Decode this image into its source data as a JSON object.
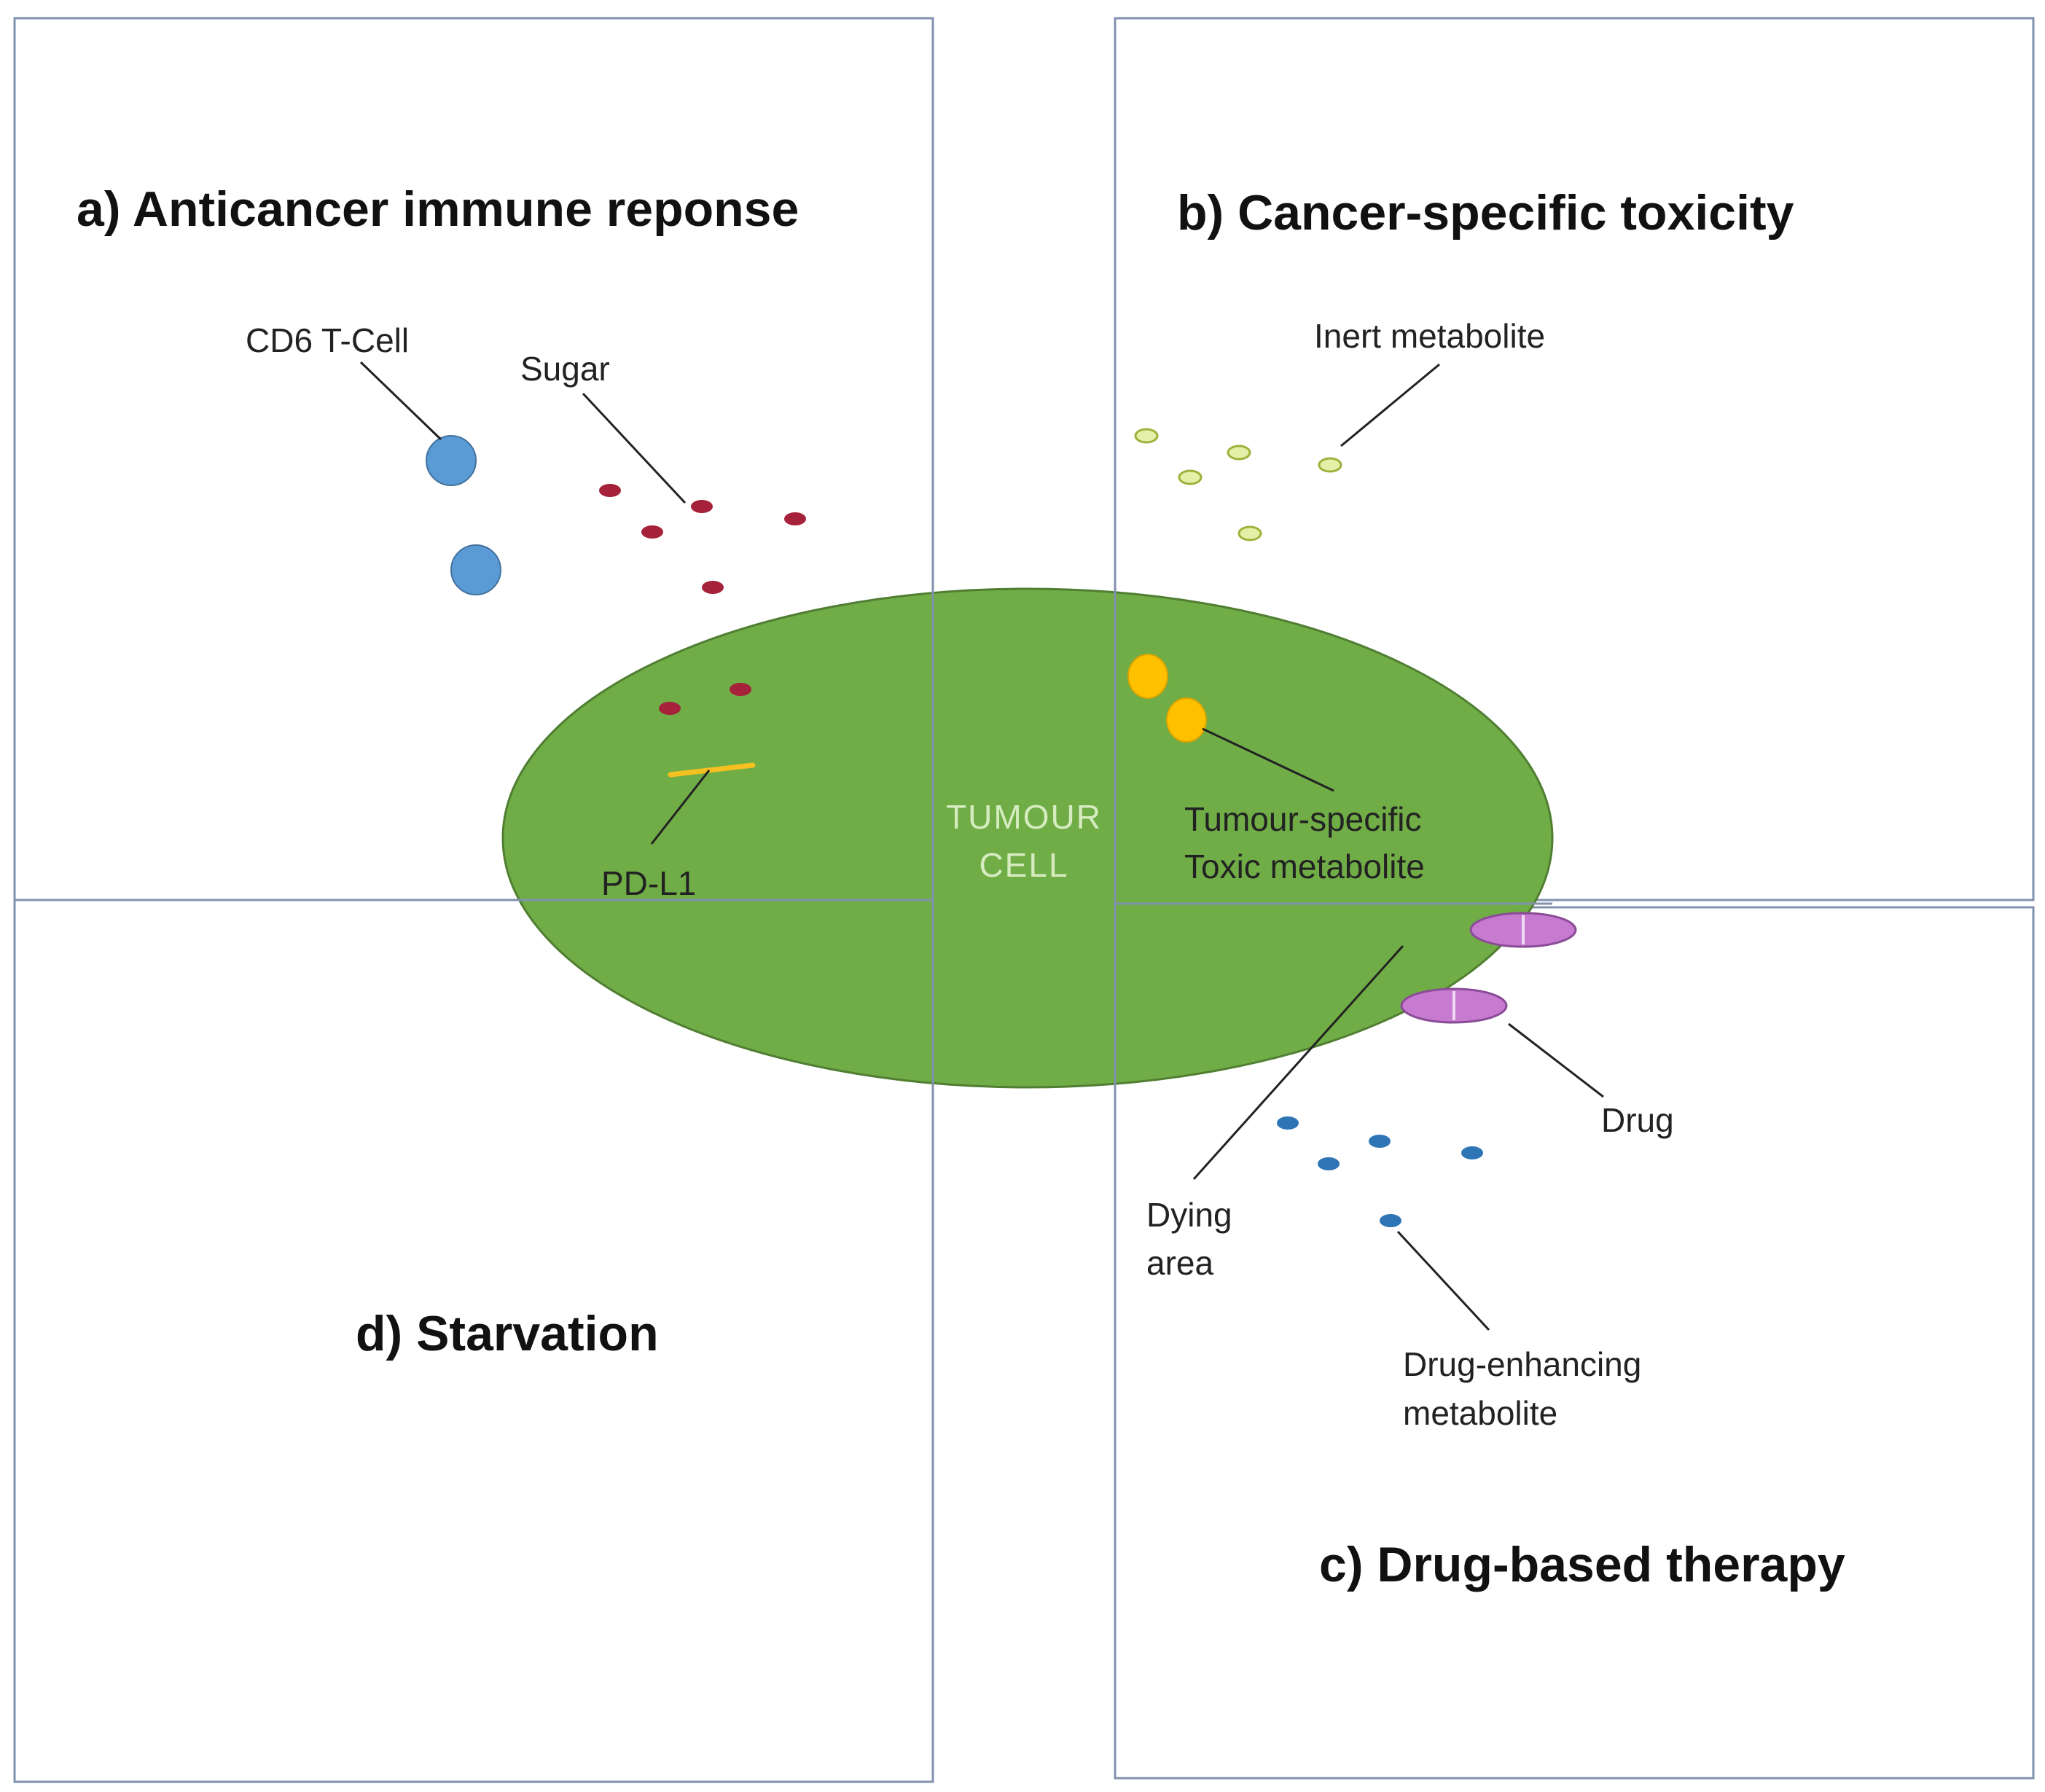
{
  "panels": {
    "a": {
      "title": "a) Anticancer immune reponse"
    },
    "b": {
      "title": "b) Cancer-specific toxicity"
    },
    "c": {
      "title": "c) Drug-based therapy"
    },
    "d": {
      "title": "d) Starvation"
    }
  },
  "cell": {
    "label_line1": "TUMOUR",
    "label_line2": "CELL"
  },
  "labels": {
    "cd6_tcell": "CD6 T-Cell",
    "sugar": "Sugar",
    "pdl1": "PD-L1",
    "inert_metabolite": "Inert metabolite",
    "toxic_line1": "Tumour-specific",
    "toxic_line2": "Toxic metabolite",
    "drug": "Drug",
    "dying_line1": "Dying",
    "dying_line2": "area",
    "enhancing_line1": "Drug-enhancing",
    "enhancing_line2": "metabolite"
  },
  "colors": {
    "tumour_cell": "#70ad47",
    "tumour_cell_border": "#507e32",
    "t_cell": "#5b9bd5",
    "sugar": "#a6213a",
    "pdl1": "#f5c020",
    "inert_metabolite": "#e4f0a8",
    "toxic_metabolite": "#ffc000",
    "drug": "#c77bd0",
    "drug_enhancer": "#2e75b6",
    "frame": "#8092ad"
  }
}
